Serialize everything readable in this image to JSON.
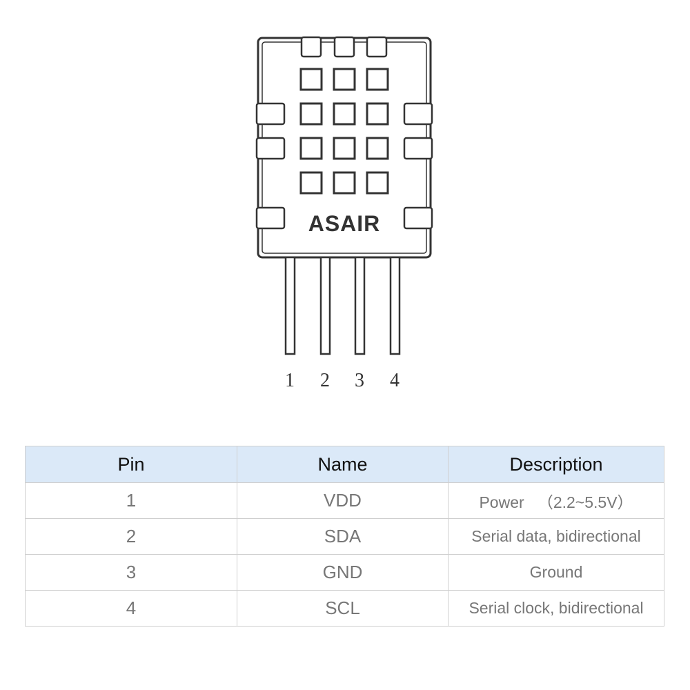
{
  "sensor": {
    "brand": "ASAIR",
    "pin_numbers": [
      "1",
      "2",
      "3",
      "4"
    ]
  },
  "table": {
    "headers": [
      "Pin",
      "Name",
      "Description"
    ],
    "rows": [
      {
        "pin": "1",
        "name": "VDD",
        "description": "Power   （2.2~5.5V）"
      },
      {
        "pin": "2",
        "name": "SDA",
        "description": "Serial data, bidirectional"
      },
      {
        "pin": "3",
        "name": "GND",
        "description": "Ground"
      },
      {
        "pin": "4",
        "name": "SCL",
        "description": "Serial clock, bidirectional"
      }
    ]
  },
  "colors": {
    "outline": "#333333",
    "header_bg": "#dbe9f8",
    "cell_text": "#777777",
    "grid": "#cfcfcf"
  }
}
